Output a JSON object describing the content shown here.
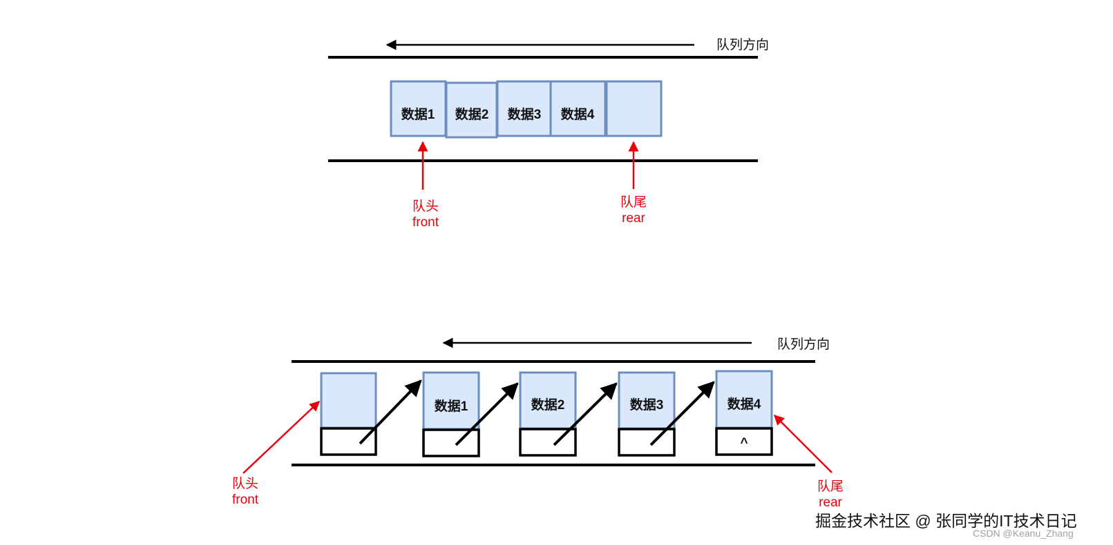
{
  "colors": {
    "box_fill": "#dae8fc",
    "box_stroke": "#6c8ebf",
    "line": "#000000",
    "pointer_red": "#e8000b"
  },
  "array_queue": {
    "direction_label": "队列方向",
    "cells": [
      "数据1",
      "数据2",
      "数据3",
      "数据4",
      ""
    ],
    "front_label_cn": "队头",
    "front_label_en": "front",
    "rear_label_cn": "队尾",
    "rear_label_en": "rear"
  },
  "linked_queue": {
    "direction_label": "队列方向",
    "nodes": [
      {
        "data": "",
        "next": ""
      },
      {
        "data": "数据1",
        "next": ""
      },
      {
        "data": "数据2",
        "next": ""
      },
      {
        "data": "数据3",
        "next": ""
      },
      {
        "data": "数据4",
        "next": "^"
      }
    ],
    "front_label_cn": "队头",
    "front_label_en": "front",
    "rear_label_cn": "队尾",
    "rear_label_en": "rear"
  },
  "watermark": {
    "main": "掘金技术社区 @ 张同学的IT技术日记",
    "sub": "CSDN @Keanu_Zhang"
  }
}
